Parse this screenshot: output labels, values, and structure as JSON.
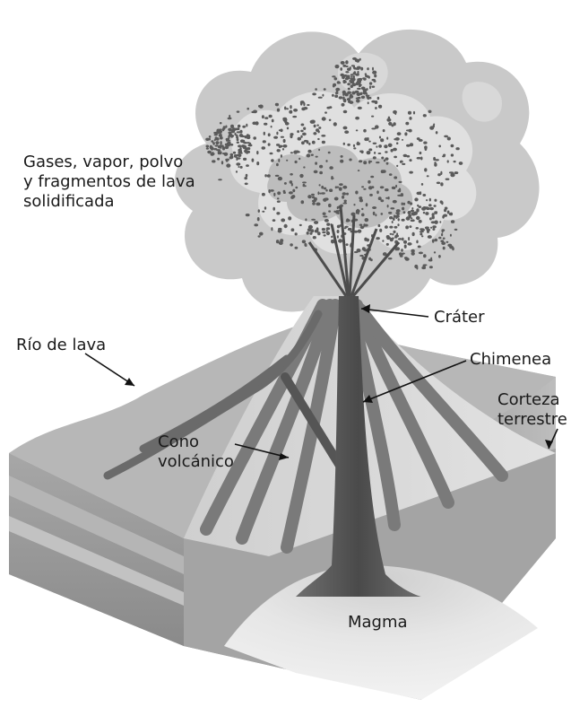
{
  "diagram": {
    "labels": {
      "gases": [
        "Gases, vapor, polvo",
        "y fragmentos de lava",
        "solidificada"
      ],
      "crater": "Cráter",
      "rio": "Río de lava",
      "chimenea": "Chimenea",
      "corteza": [
        "Corteza",
        "terrestre"
      ],
      "cono": [
        "Cono",
        "volcánico"
      ],
      "magma": "Magma"
    },
    "colors": {
      "cloud": "#c8c8c8",
      "cloud_dark": "#a9a9a9",
      "cone_light": "#d4d4d4",
      "lava_band": "#7d7d7d",
      "ground_top": "#b9b9b9",
      "strata_1": "#9a9a9a",
      "strata_2": "#bcbcbc",
      "magma": "#e4e4e4",
      "chimney": "#555555",
      "particles": "#5a5a5a",
      "line": "#111111"
    }
  }
}
